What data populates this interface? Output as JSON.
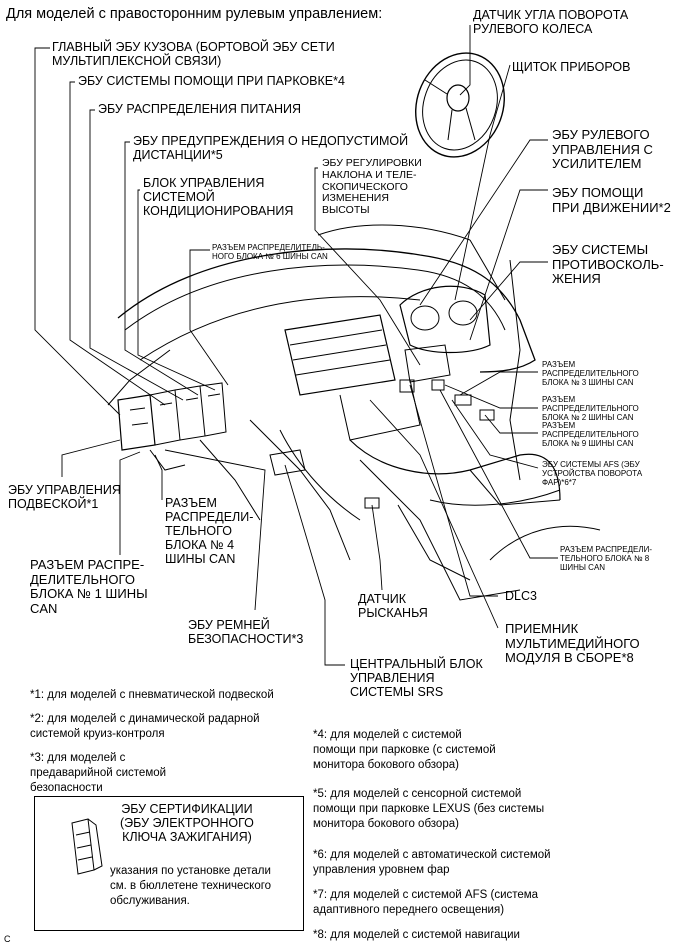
{
  "header": "Для моделей с правосторонним рулевым управлением:",
  "labels": {
    "steering_sensor": "ДАТЧИК УГЛА ПОВОРОТА\nРУЛЕВОГО КОЛЕСА",
    "instrument_panel": "ЩИТОК ПРИБОРОВ",
    "main_body_ecu": "ГЛАВНЫЙ ЭБУ КУЗОВА (БОРТОВОЙ ЭБУ СЕТИ\nМУЛЬТИПЛЕКСНОЙ СВЯЗИ)",
    "parking_assist_ecu": "ЭБУ СИСТЕМЫ ПОМОЩИ ПРИ ПАРКОВКЕ*4",
    "power_dist_ecu": "ЭБУ РАСПРЕДЕЛЕНИЯ ПИТАНИЯ",
    "distance_warning_ecu": "ЭБУ ПРЕДУПРЕЖДЕНИЯ О НЕДОПУСТИМОЙ\nДИСТАНЦИИ*5",
    "ac_control": "БЛОК УПРАВЛЕНИЯ\nСИСТЕМОЙ\nКОНДИЦИОНИРОВАНИЯ",
    "tilt_tele_ecu": "ЭБУ РЕГУЛИРОВКИ\nНАКЛОНА И ТЕЛЕ-\nСКОПИЧЕСКОГО\nИЗМЕНЕНИЯ\nВЫСОТЫ",
    "eps_ecu": "ЭБУ РУЛЕВОГО\nУПРАВЛЕНИЯ С\nУСИЛИТЕЛЕМ",
    "drive_assist_ecu": "ЭБУ ПОМОЩИ\nПРИ ДВИЖЕНИИ*2",
    "skid_control_ecu": "ЭБУ СИСТЕМЫ\nПРОТИВОСКОЛЬ-\nЖЕНИЯ",
    "can_j6": "РАЗЪЕМ РАСПРЕДЕЛИТЕЛЬ-\nНОГО БЛОКА № 6 ШИНЫ CAN",
    "can_j3": "РАЗЪЕМ\nРАСПРЕДЕЛИТЕЛЬНОГО\nБЛОКА № 3 ШИНЫ CAN",
    "can_j2": "РАЗЪЕМ\nРАСПРЕДЕЛИТЕЛЬНОГО\nБЛОКА № 2 ШИНЫ CAN",
    "can_j9": "РАЗЪЕМ\nРАСПРЕДЕЛИТЕЛЬНОГО\nБЛОКА № 9 ШИНЫ CAN",
    "afs_ecu": "ЭБУ СИСТЕМЫ AFS (ЭБУ\nУСТРОЙСТВА ПОВОРОТА\nФАР)*6*7",
    "can_j8": "РАЗЪЕМ РАСПРЕДЕЛИ-\nТЕЛЬНОГО БЛОКА № 8\nШИНЫ CAN",
    "suspension_ecu": "ЭБУ УПРАВЛЕНИЯ\nПОДВЕСКОЙ*1",
    "can_j4": "РАЗЪЕМ\nРАСПРЕДЕЛИ-\nТЕЛЬНОГО\nБЛОКА № 4\nШИНЫ CAN",
    "can_j1": "РАЗЪЕМ РАСПРЕ-\nДЕЛИТЕЛЬНОГО\nБЛОКА № 1 ШИНЫ\nCAN",
    "seatbelt_ecu": "ЭБУ РЕМНЕЙ\nБЕЗОПАСНОСТИ*3",
    "yaw_sensor": "ДАТЧИК\nРЫСКАНЬЯ",
    "dlc3": "DLC3",
    "multimedia_receiver": "ПРИЕМНИК\nМУЛЬТИМЕДИЙНОГО\nМОДУЛЯ В СБОРЕ*8",
    "srs_center": "ЦЕНТРАЛЬНЫЙ БЛОК\nУПРАВЛЕНИЯ\nСИСТЕМЫ SRS"
  },
  "footnotes": {
    "n1": "*1: для моделей с пневматической подвеской",
    "n2": "*2: для моделей с динамической радарной\nсистемой круиз-контроля",
    "n3": "*3: для моделей с\nпредаварийной системой\nбезопасности",
    "n4": "*4: для моделей с системой\nпомощи при парковке (с системой\nмонитора бокового обзора)",
    "n5": "*5: для моделей с сенсорной системой\nпомощи при парковке LEXUS (без системы\nмонитора бокового обзора)",
    "n6": "*6: для моделей с автоматической системой\nуправления уровнем фар",
    "n7": "*7: для моделей с системой AFS (система\nадаптивного переднего освещения)",
    "n8": "*8: для моделей с системой навигации"
  },
  "cert_box": {
    "title": "ЭБУ СЕРТИФИКАЦИИ\n(ЭБУ ЭЛЕКТРОННОГО\nКЛЮЧА ЗАЖИГАНИЯ)",
    "note": "указания по установке детали\nсм. в бюллетене технического\nобслуживания."
  },
  "corner_mark": "C"
}
